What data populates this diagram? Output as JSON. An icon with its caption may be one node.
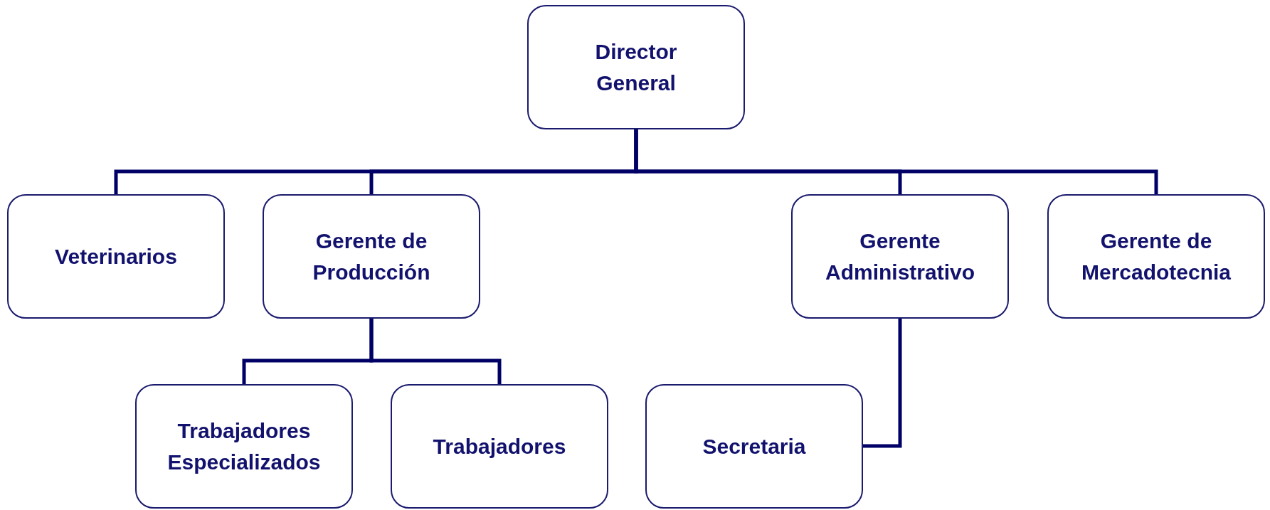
{
  "diagram": {
    "nodes": [
      {
        "text": [
          "Director General"
        ]
      },
      {
        "text": [
          "Veterinarios"
        ]
      },
      {
        "text": [
          "Gerente de Producción"
        ]
      },
      {
        "text": [
          "Gerente Administrativo"
        ]
      },
      {
        "text": [
          "Gerente de Mercadotecnia"
        ]
      },
      {
        "text": [
          "Trabajadores Especializados"
        ]
      },
      {
        "text": [
          "Trabajadores"
        ]
      },
      {
        "text": [
          "Secretaria"
        ]
      }
    ],
    "edges": [
      {
        "from": 0,
        "to": 1,
        "arrow": "none"
      },
      {
        "from": 0,
        "to": 2,
        "arrow": "none"
      },
      {
        "from": 0,
        "to": 3,
        "arrow": "none"
      },
      {
        "from": 0,
        "to": 4,
        "arrow": "none"
      },
      {
        "from": 2,
        "to": 5,
        "arrow": "none"
      },
      {
        "from": 2,
        "to": 6,
        "arrow": "none"
      },
      {
        "from": 3,
        "to": 7,
        "arrow": "none"
      }
    ]
  }
}
